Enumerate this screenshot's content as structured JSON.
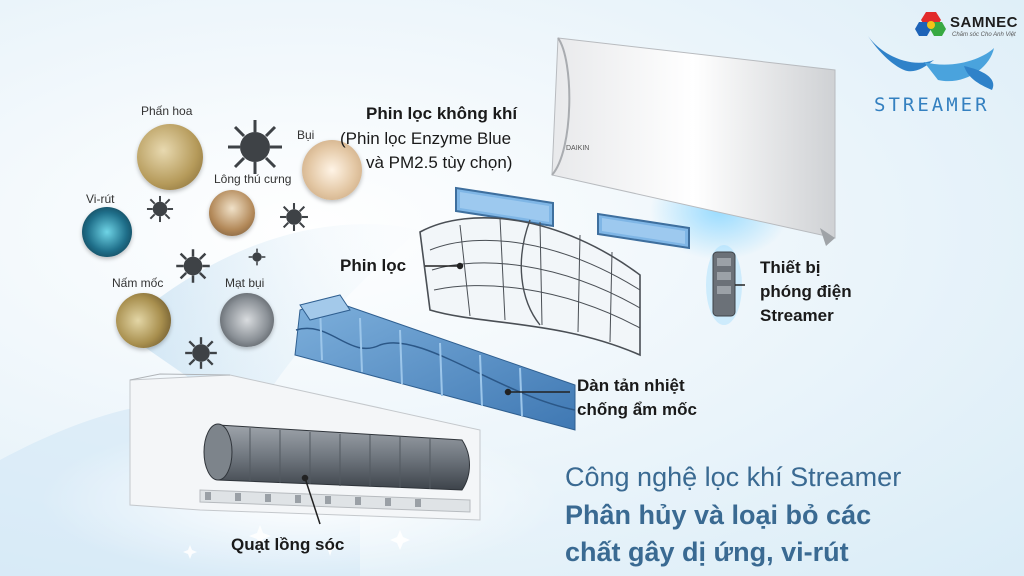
{
  "brand": {
    "name": "SAMNEC",
    "tagline": "Chăm sóc Cho Anh Việt",
    "product": "STREAMER"
  },
  "labels": {
    "air_filter_title": "Phin lọc không khí",
    "air_filter_sub1": "(Phin lọc Enzyme Blue",
    "air_filter_sub2": "và PM2.5 tùy chọn)",
    "filter": "Phin lọc",
    "streamer_device_1": "Thiết bị",
    "streamer_device_2": "phóng điện",
    "streamer_device_3": "Streamer",
    "coil_1": "Dàn tản nhiệt",
    "coil_2": "chống ẩm mốc",
    "fan": "Quạt lồng sóc"
  },
  "allergens": {
    "pollen": "Phấn hoa",
    "dust": "Bụi",
    "pet_hair": "Lông thú cưng",
    "virus": "Vi-rút",
    "mold": "Nấm mốc",
    "dust_mite": "Mạt bụi"
  },
  "headline": {
    "line1": "Công nghệ lọc khí Streamer",
    "line2": "Phân hủy và loại bỏ các",
    "line3": "chất gây dị ứng, vi-rút"
  },
  "colors": {
    "accent_blue": "#3a6a92",
    "filter_blue": "#5b8fc4",
    "logo_red": "#e22b2b",
    "logo_yellow": "#f4c417",
    "logo_blue": "#1d63b8"
  },
  "icons": {
    "germ": "germ-icon",
    "logo": "samnec-logo-icon",
    "swoosh": "streamer-swoosh-icon"
  }
}
